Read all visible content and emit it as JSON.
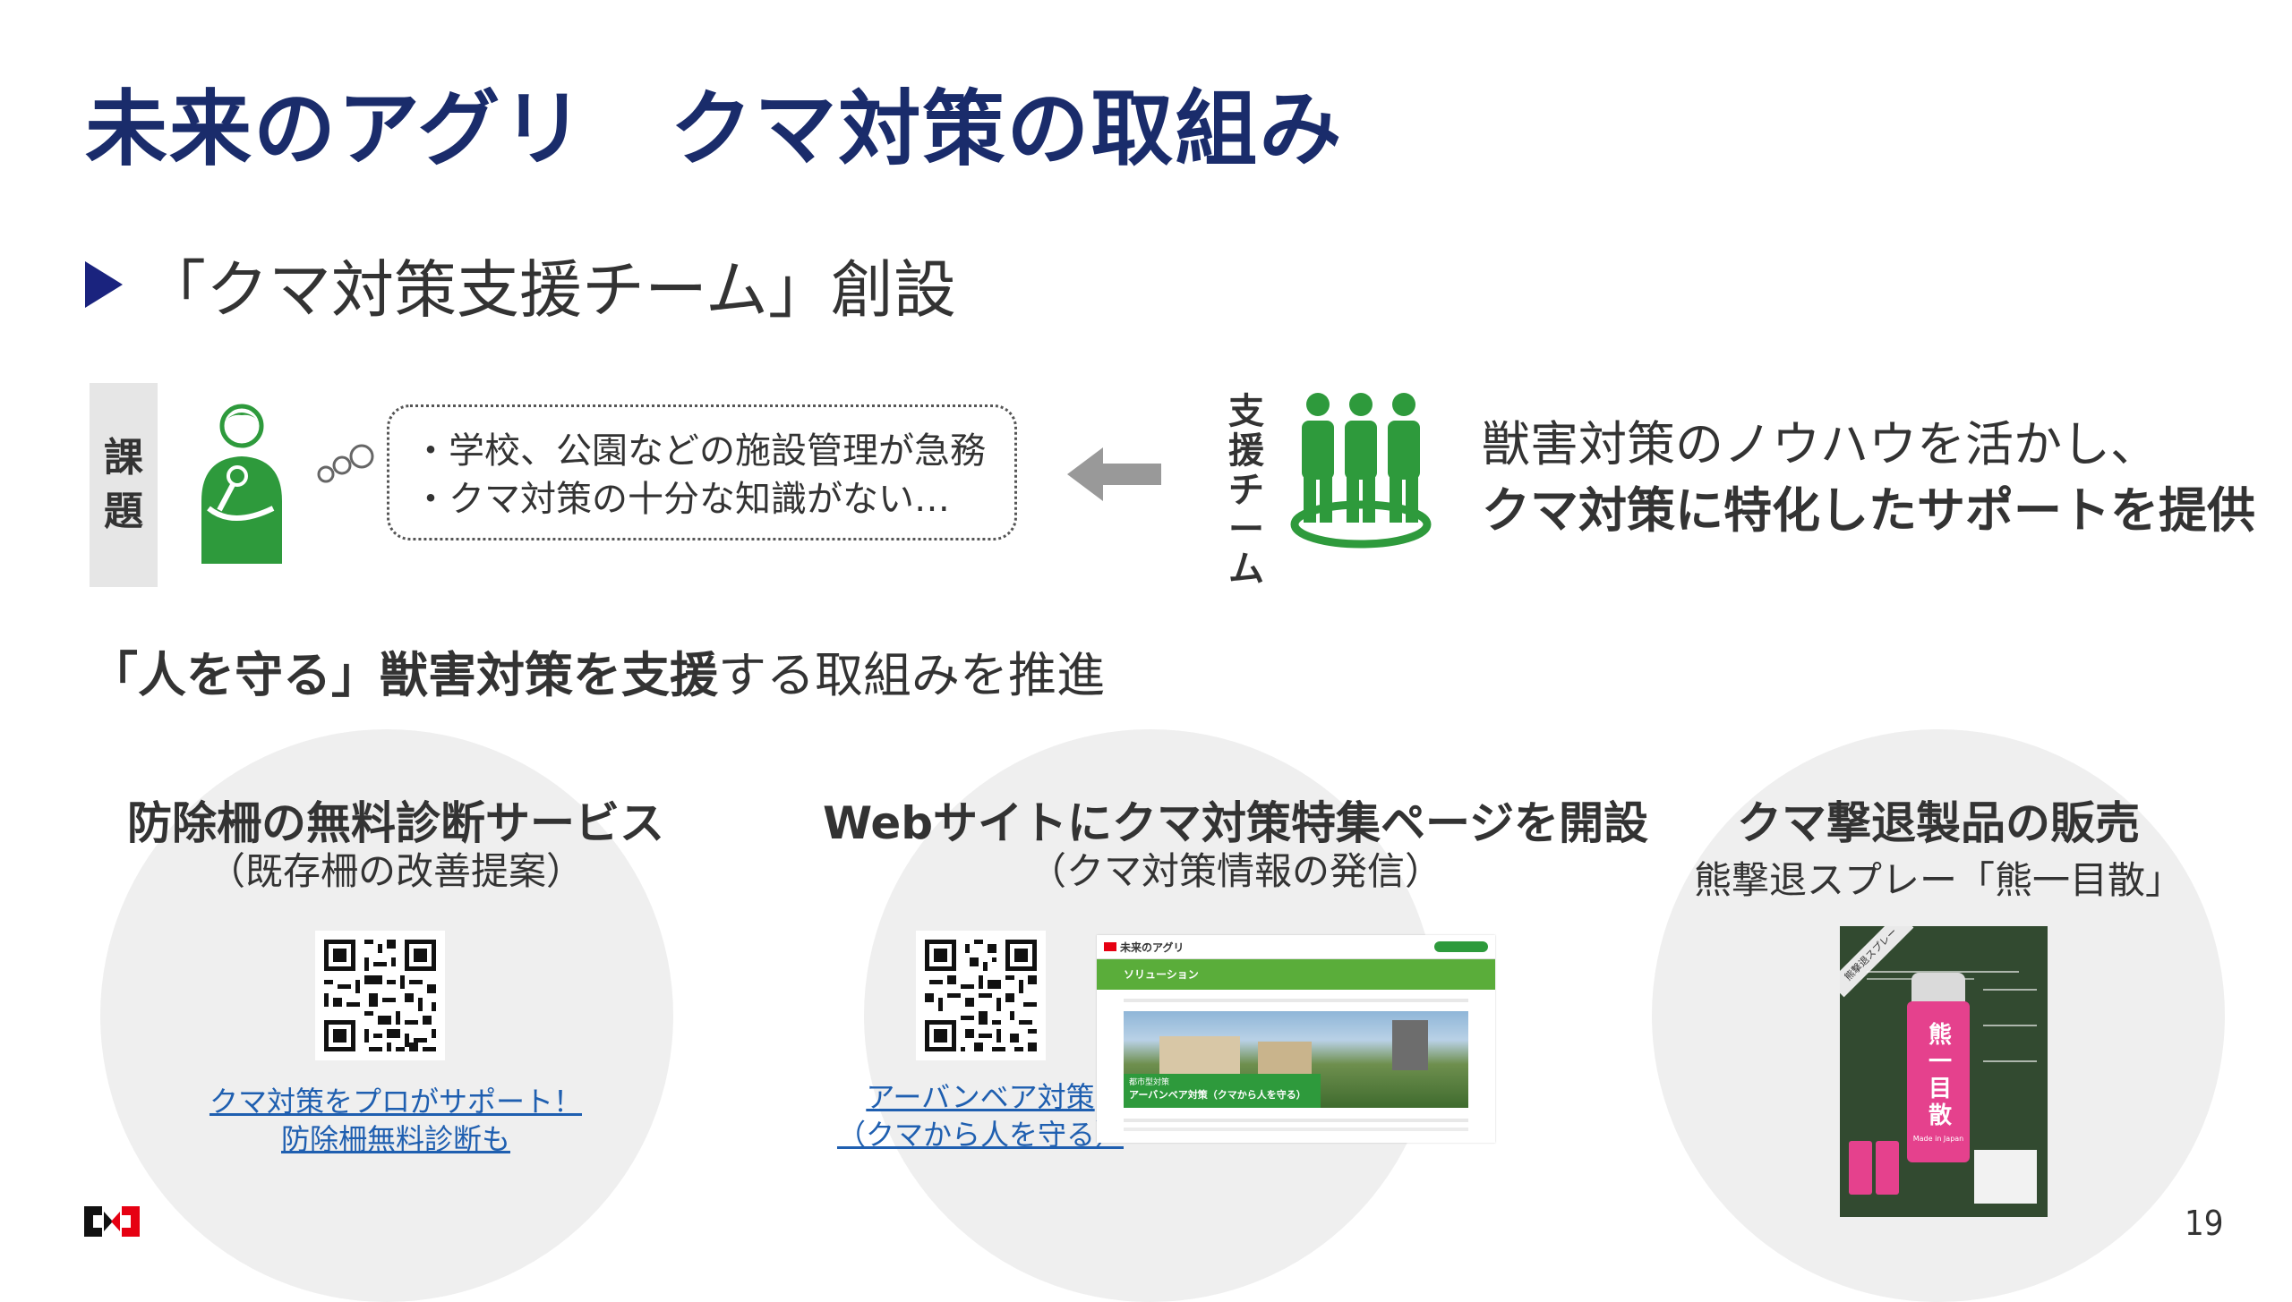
{
  "title": "未来のアグリ　クマ対策の取組み",
  "subtitle": "「クマ対策支援チーム」創設",
  "issue_label": [
    "課",
    "題"
  ],
  "issue_bubble": [
    "・学校、公園などの施設管理が急務",
    "・クマ対策の十分な知識がない…"
  ],
  "team_label": [
    "支",
    "援",
    "チ",
    "ー",
    "ム"
  ],
  "support_text": {
    "line1": "獣害対策のノウハウを活かし、",
    "line2": "クマ対策に特化したサポートを提供"
  },
  "promo": {
    "bold": "「人を守る」獣害対策を支援",
    "rest": "する取組みを推進"
  },
  "cards": [
    {
      "title": "防除柵の無料診断サービス",
      "sub": "（既存柵の改善提案）",
      "link": [
        "クマ対策をプロがサポート！",
        "防除柵無料診断も"
      ]
    },
    {
      "title": "Webサイトにクマ対策特集ページを開設",
      "sub": "（クマ対策情報の発信）",
      "link": [
        "アーバンベア対策",
        "（クマから人を守る）"
      ]
    },
    {
      "title": "クマ撃退製品の販売",
      "sub": "熊撃退スプレー「熊一目散」"
    }
  ],
  "web_shot": {
    "brand": "未来のアグリ",
    "section": "ソリューション",
    "banner_small": "都市型対策",
    "banner": "アーバンベア対策（クマから人を守る）"
  },
  "spray_shot": {
    "badge": "熊撃退スプレー",
    "can_text": "熊一目散",
    "made": "Made in Japan"
  },
  "page_number": "19",
  "colors": {
    "title": "#1a2c6b",
    "accent_green": "#2e9a3c",
    "link": "#1f5fb0",
    "arrow": "#999999",
    "logo_red": "#e60012"
  }
}
